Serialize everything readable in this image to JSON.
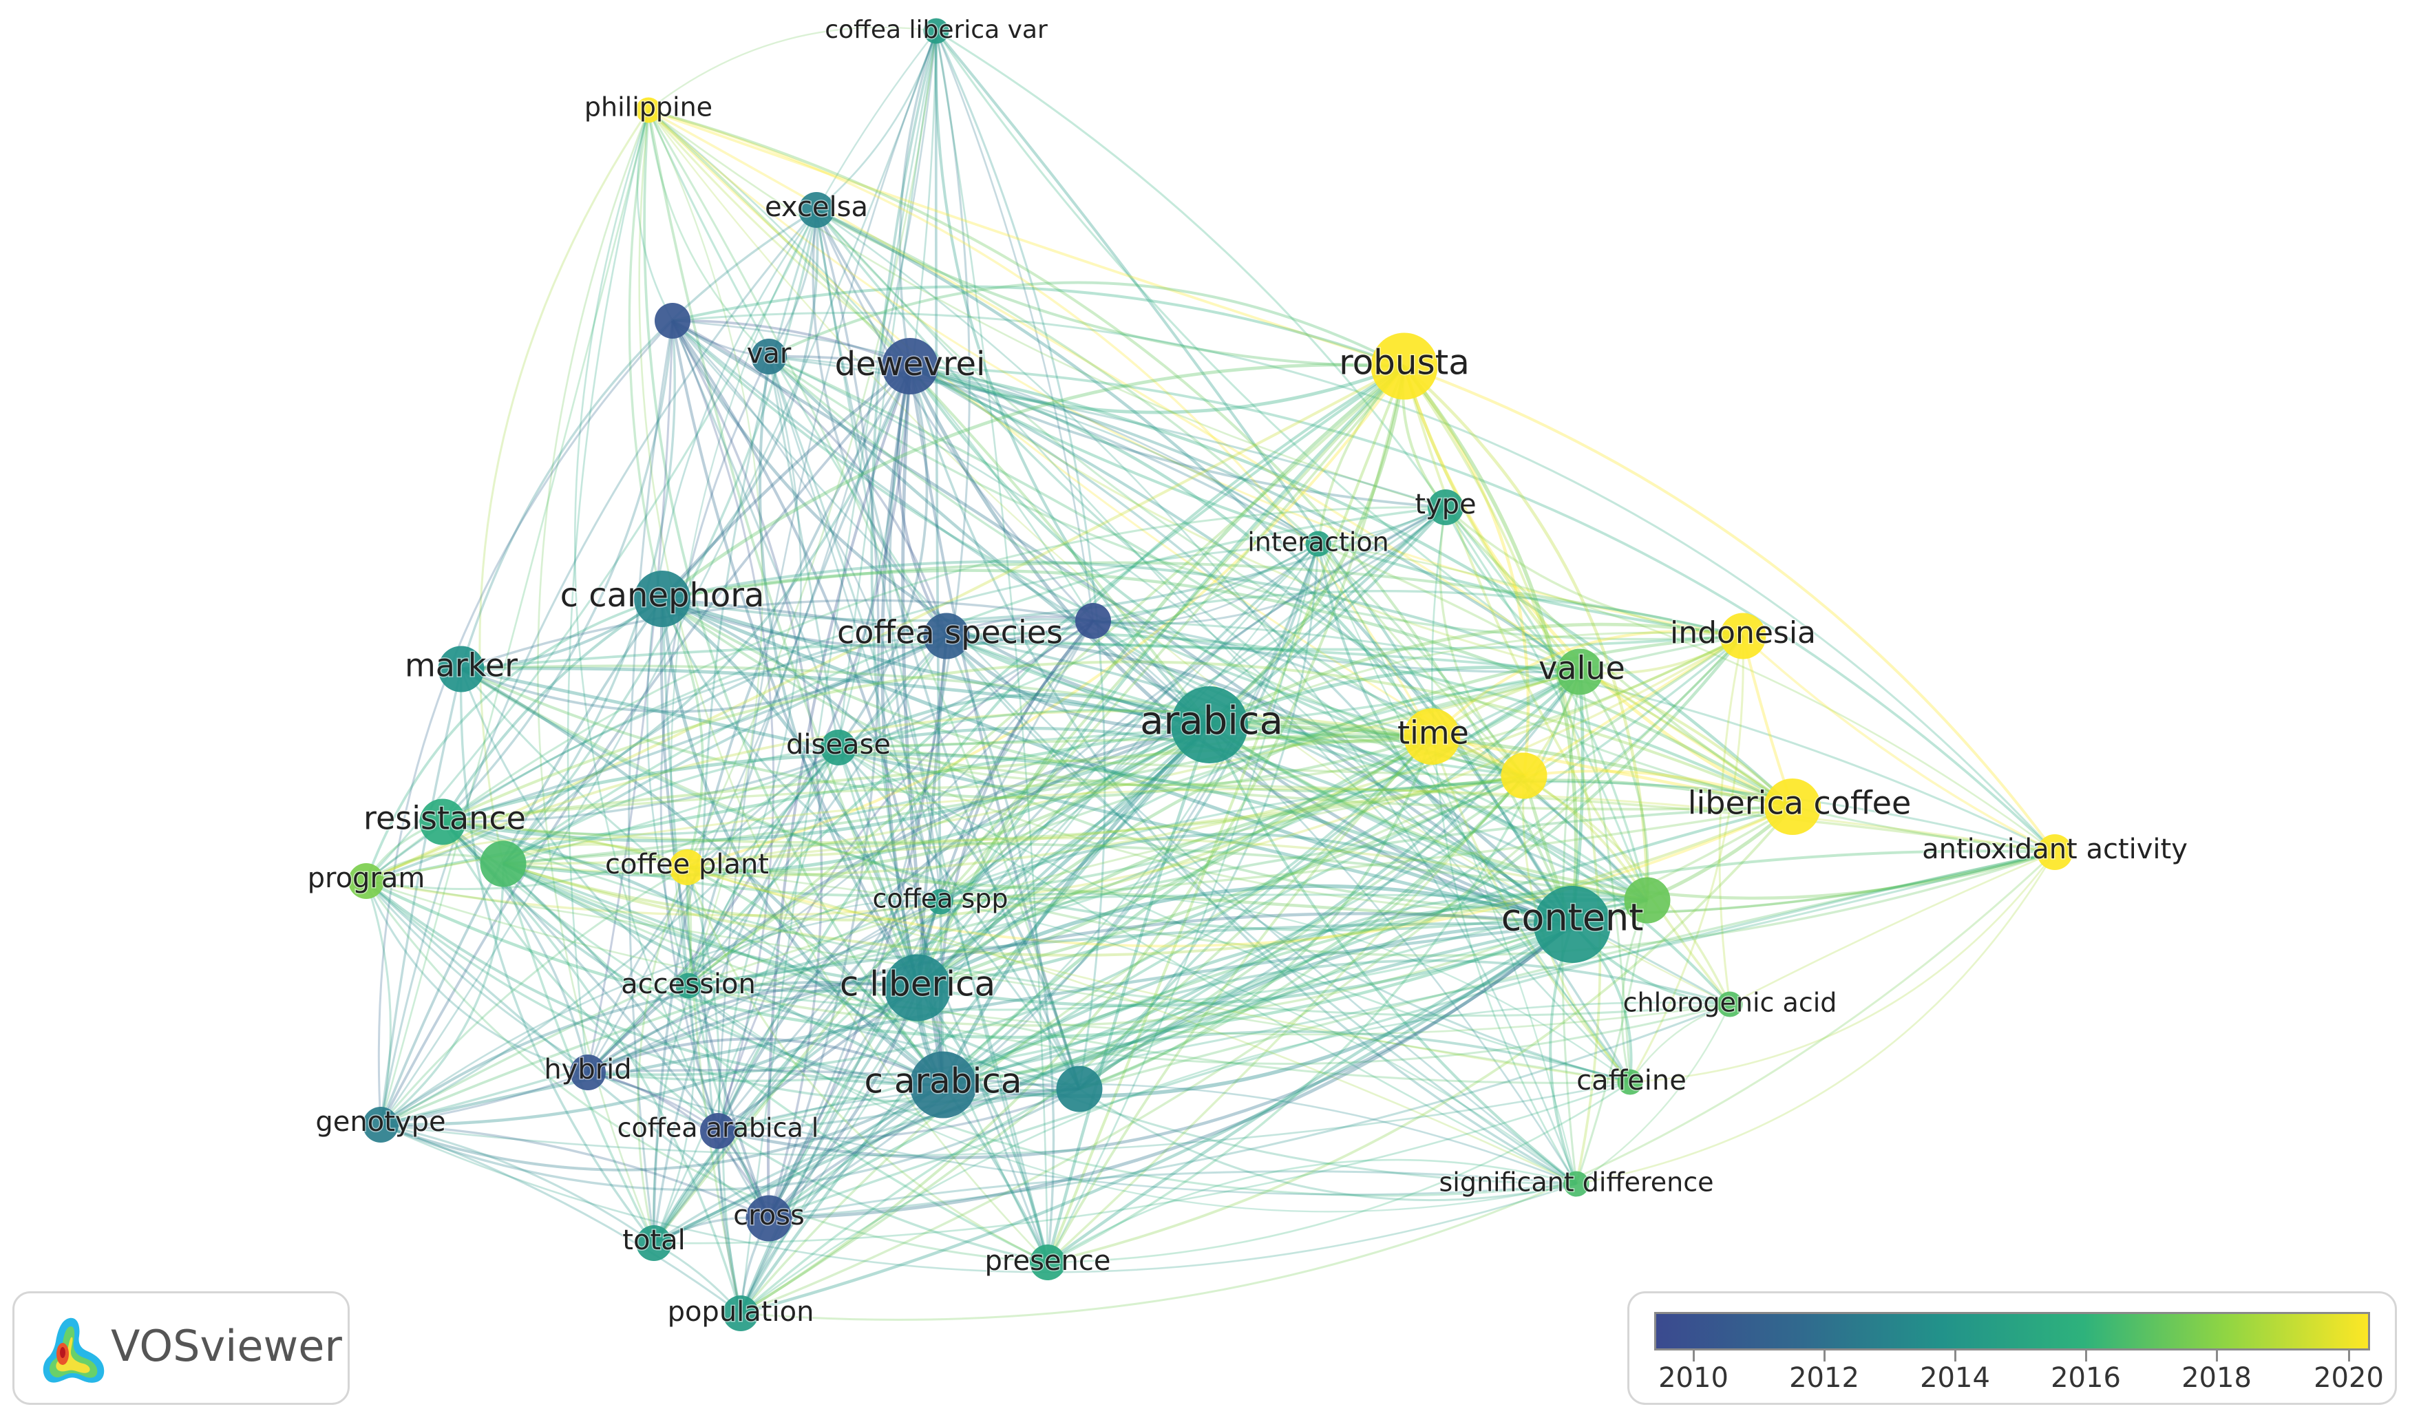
{
  "diagram": {
    "type": "network",
    "nodes": [
      {
        "id": "coffea-liberica-var",
        "label": "coffea liberica var",
        "year": 2014.6,
        "weight": 1
      },
      {
        "id": "philippine",
        "label": "philippine",
        "year": 2020,
        "weight": 1
      },
      {
        "id": "excelsa",
        "label": "excelsa",
        "year": 2013.2,
        "weight": 2
      },
      {
        "id": "unlabeled-1",
        "label": "",
        "year": 2010.8,
        "weight": 2
      },
      {
        "id": "var",
        "label": "var",
        "year": 2012.8,
        "weight": 2
      },
      {
        "id": "dewevrei",
        "label": "dewevrei",
        "year": 2010.8,
        "weight": 4
      },
      {
        "id": "robusta",
        "label": "robusta",
        "year": 2020.4,
        "weight": 5
      },
      {
        "id": "type",
        "label": "type",
        "year": 2015,
        "weight": 2
      },
      {
        "id": "interaction",
        "label": "interaction",
        "year": 2015,
        "weight": 1
      },
      {
        "id": "c-canephora",
        "label": "c canephora",
        "year": 2013.4,
        "weight": 4
      },
      {
        "id": "coffea-species",
        "label": "coffea species",
        "year": 2011.4,
        "weight": 3
      },
      {
        "id": "unlabeled-2",
        "label": "",
        "year": 2010.6,
        "weight": 2
      },
      {
        "id": "indonesia",
        "label": "indonesia",
        "year": 2020.4,
        "weight": 3
      },
      {
        "id": "marker",
        "label": "marker",
        "year": 2014,
        "weight": 3
      },
      {
        "id": "value",
        "label": "value",
        "year": 2017,
        "weight": 3
      },
      {
        "id": "arabica",
        "label": "arabica",
        "year": 2014.4,
        "weight": 6
      },
      {
        "id": "time",
        "label": "time",
        "year": 2020,
        "weight": 4
      },
      {
        "id": "disease",
        "label": "disease",
        "year": 2014.8,
        "weight": 2
      },
      {
        "id": "unlabeled-3",
        "label": "",
        "year": 2020.3,
        "weight": 3
      },
      {
        "id": "liberica-coffee",
        "label": "liberica coffee",
        "year": 2020.2,
        "weight": 4
      },
      {
        "id": "resistance",
        "label": "resistance",
        "year": 2015.6,
        "weight": 3
      },
      {
        "id": "unlabeled-4",
        "label": "",
        "year": 2016.6,
        "weight": 3
      },
      {
        "id": "antioxidant-activity",
        "label": "antioxidant activity",
        "year": 2020.2,
        "weight": 2
      },
      {
        "id": "program",
        "label": "program",
        "year": 2017.6,
        "weight": 2
      },
      {
        "id": "coffee-plant",
        "label": "coffee plant",
        "year": 2020,
        "weight": 2
      },
      {
        "id": "coffea-spp",
        "label": "coffea spp",
        "year": 2014.6,
        "weight": 1
      },
      {
        "id": "unlabeled-5",
        "label": "",
        "year": 2017.2,
        "weight": 3
      },
      {
        "id": "content",
        "label": "content",
        "year": 2014.4,
        "weight": 6
      },
      {
        "id": "accession",
        "label": "accession",
        "year": 2014.8,
        "weight": 1
      },
      {
        "id": "c-liberica",
        "label": "c liberica",
        "year": 2013.6,
        "weight": 5
      },
      {
        "id": "chlorogenic-acid",
        "label": "chlorogenic acid",
        "year": 2016.8,
        "weight": 1
      },
      {
        "id": "hybrid",
        "label": "hybrid",
        "year": 2010.8,
        "weight": 2
      },
      {
        "id": "c-arabica",
        "label": "c arabica",
        "year": 2012.8,
        "weight": 5
      },
      {
        "id": "unlabeled-6",
        "label": "",
        "year": 2013.4,
        "weight": 3
      },
      {
        "id": "caffeine",
        "label": "caffeine",
        "year": 2016.8,
        "weight": 1
      },
      {
        "id": "genotype",
        "label": "genotype",
        "year": 2013,
        "weight": 2
      },
      {
        "id": "coffea-arabica-l",
        "label": "coffea arabica l",
        "year": 2010.6,
        "weight": 2
      },
      {
        "id": "significant-difference",
        "label": "significant difference",
        "year": 2016.6,
        "weight": 1
      },
      {
        "id": "cross",
        "label": "cross",
        "year": 2010.8,
        "weight": 3
      },
      {
        "id": "total",
        "label": "total",
        "year": 2014.6,
        "weight": 2
      },
      {
        "id": "presence",
        "label": "presence",
        "year": 2015.4,
        "weight": 2
      },
      {
        "id": "population",
        "label": "population",
        "year": 2014.6,
        "weight": 2
      }
    ]
  },
  "legend": {
    "labels": [
      "2010",
      "2012",
      "2014",
      "2016",
      "2018",
      "2020"
    ],
    "colors": [
      "#3b4a8f",
      "#31698e",
      "#22928a",
      "#2eb27c",
      "#90d543",
      "#fde725"
    ]
  },
  "logo": {
    "text": "VOSviewer"
  },
  "colors": {
    "background": "#ffffff",
    "text": "#222222",
    "panel_border": "#d6d6d6"
  }
}
